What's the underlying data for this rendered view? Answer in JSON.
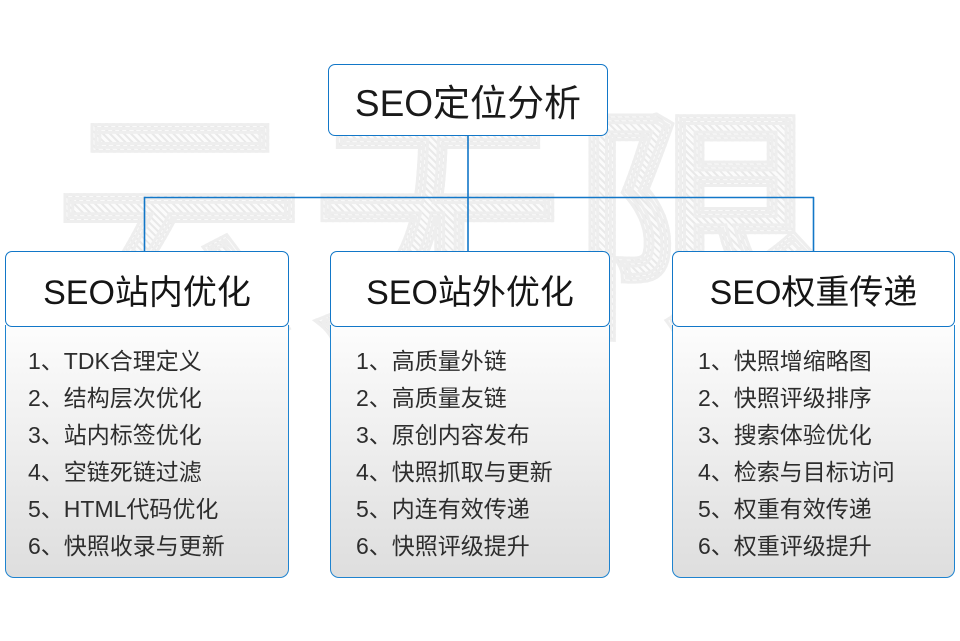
{
  "diagram": {
    "watermark_text": "云无限",
    "accent_color": "#1277c8",
    "line_color": "#1e83cf",
    "root": {
      "title": "SEO定位分析"
    },
    "branches": [
      {
        "title": "SEO站内优化",
        "items": [
          "1、TDK合理定义",
          "2、结构层次优化",
          "3、站内标签优化",
          "4、空链死链过滤",
          "5、HTML代码优化",
          "6、快照收录与更新"
        ]
      },
      {
        "title": "SEO站外优化",
        "items": [
          "1、高质量外链",
          "2、高质量友链",
          "3、原创内容发布",
          "4、快照抓取与更新",
          "5、内连有效传递",
          "6、快照评级提升"
        ]
      },
      {
        "title": "SEO权重传递",
        "items": [
          "1、快照增缩略图",
          "2、快照评级排序",
          "3、搜索体验优化",
          "4、检索与目标访问",
          "5、权重有效传递",
          "6、权重评级提升"
        ]
      }
    ]
  }
}
